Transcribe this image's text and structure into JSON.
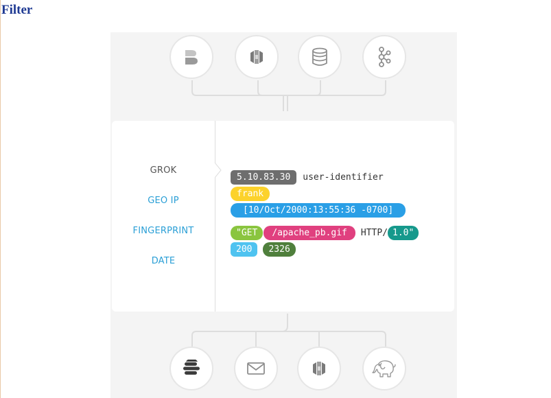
{
  "page": {
    "title": "Filter"
  },
  "inputs": {
    "icons": [
      "beats-icon",
      "kinesis-icon",
      "database-icon",
      "kafka-icon"
    ]
  },
  "filter": {
    "items": [
      {
        "label": "GROK",
        "color": "#555555"
      },
      {
        "label": "GEO IP",
        "color": "#2a9fd6"
      },
      {
        "label": "FINGERPRINT",
        "color": "#2a9fd6"
      },
      {
        "label": "DATE",
        "color": "#2a9fd6"
      }
    ]
  },
  "log": {
    "ip": {
      "text": "5.10.83.30",
      "color": "#6e6e6e"
    },
    "ident": "user-identifier",
    "user": {
      "text": "frank",
      "color": "#fcd22c"
    },
    "timestamp": {
      "text": "[10/Oct/2000:13:55:36 -0700]",
      "color": "#2a9fe6"
    },
    "method": {
      "text": "\"GET",
      "color": "#8ac53f"
    },
    "path": {
      "text": "/apache_pb.gif",
      "color": "#e0407f"
    },
    "protocol": "HTTP/",
    "version": {
      "text": "1.0\"",
      "color": "#16998c"
    },
    "status": {
      "text": "200",
      "color": "#4fc3f0"
    },
    "bytes": {
      "text": "2326",
      "color": "#4f7f3c"
    }
  },
  "outputs": {
    "icons": [
      "elasticsearch-icon",
      "email-icon",
      "kinesis-icon",
      "hadoop-icon"
    ]
  }
}
